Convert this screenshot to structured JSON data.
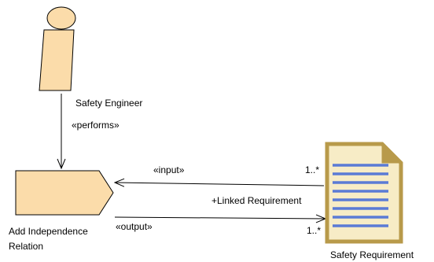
{
  "roles": {
    "safety_engineer": "Safety Engineer"
  },
  "tasks": {
    "add_independence_relation": [
      "Add Independence",
      "Relation"
    ]
  },
  "work_products": {
    "safety_requirement": "Safety Requirement"
  },
  "relations": {
    "performs": "«performs»",
    "input": "«input»",
    "output": "«output»",
    "input_multiplicity": "1..*",
    "output_multiplicity": "1..*",
    "linked_role": "+Linked Requirement"
  },
  "colors": {
    "element_fill": "#fbdcaa",
    "document_fill": "#f7ecc6",
    "document_border": "#b89a4a",
    "document_lines": "#5b7bd5",
    "stroke": "#000000"
  }
}
